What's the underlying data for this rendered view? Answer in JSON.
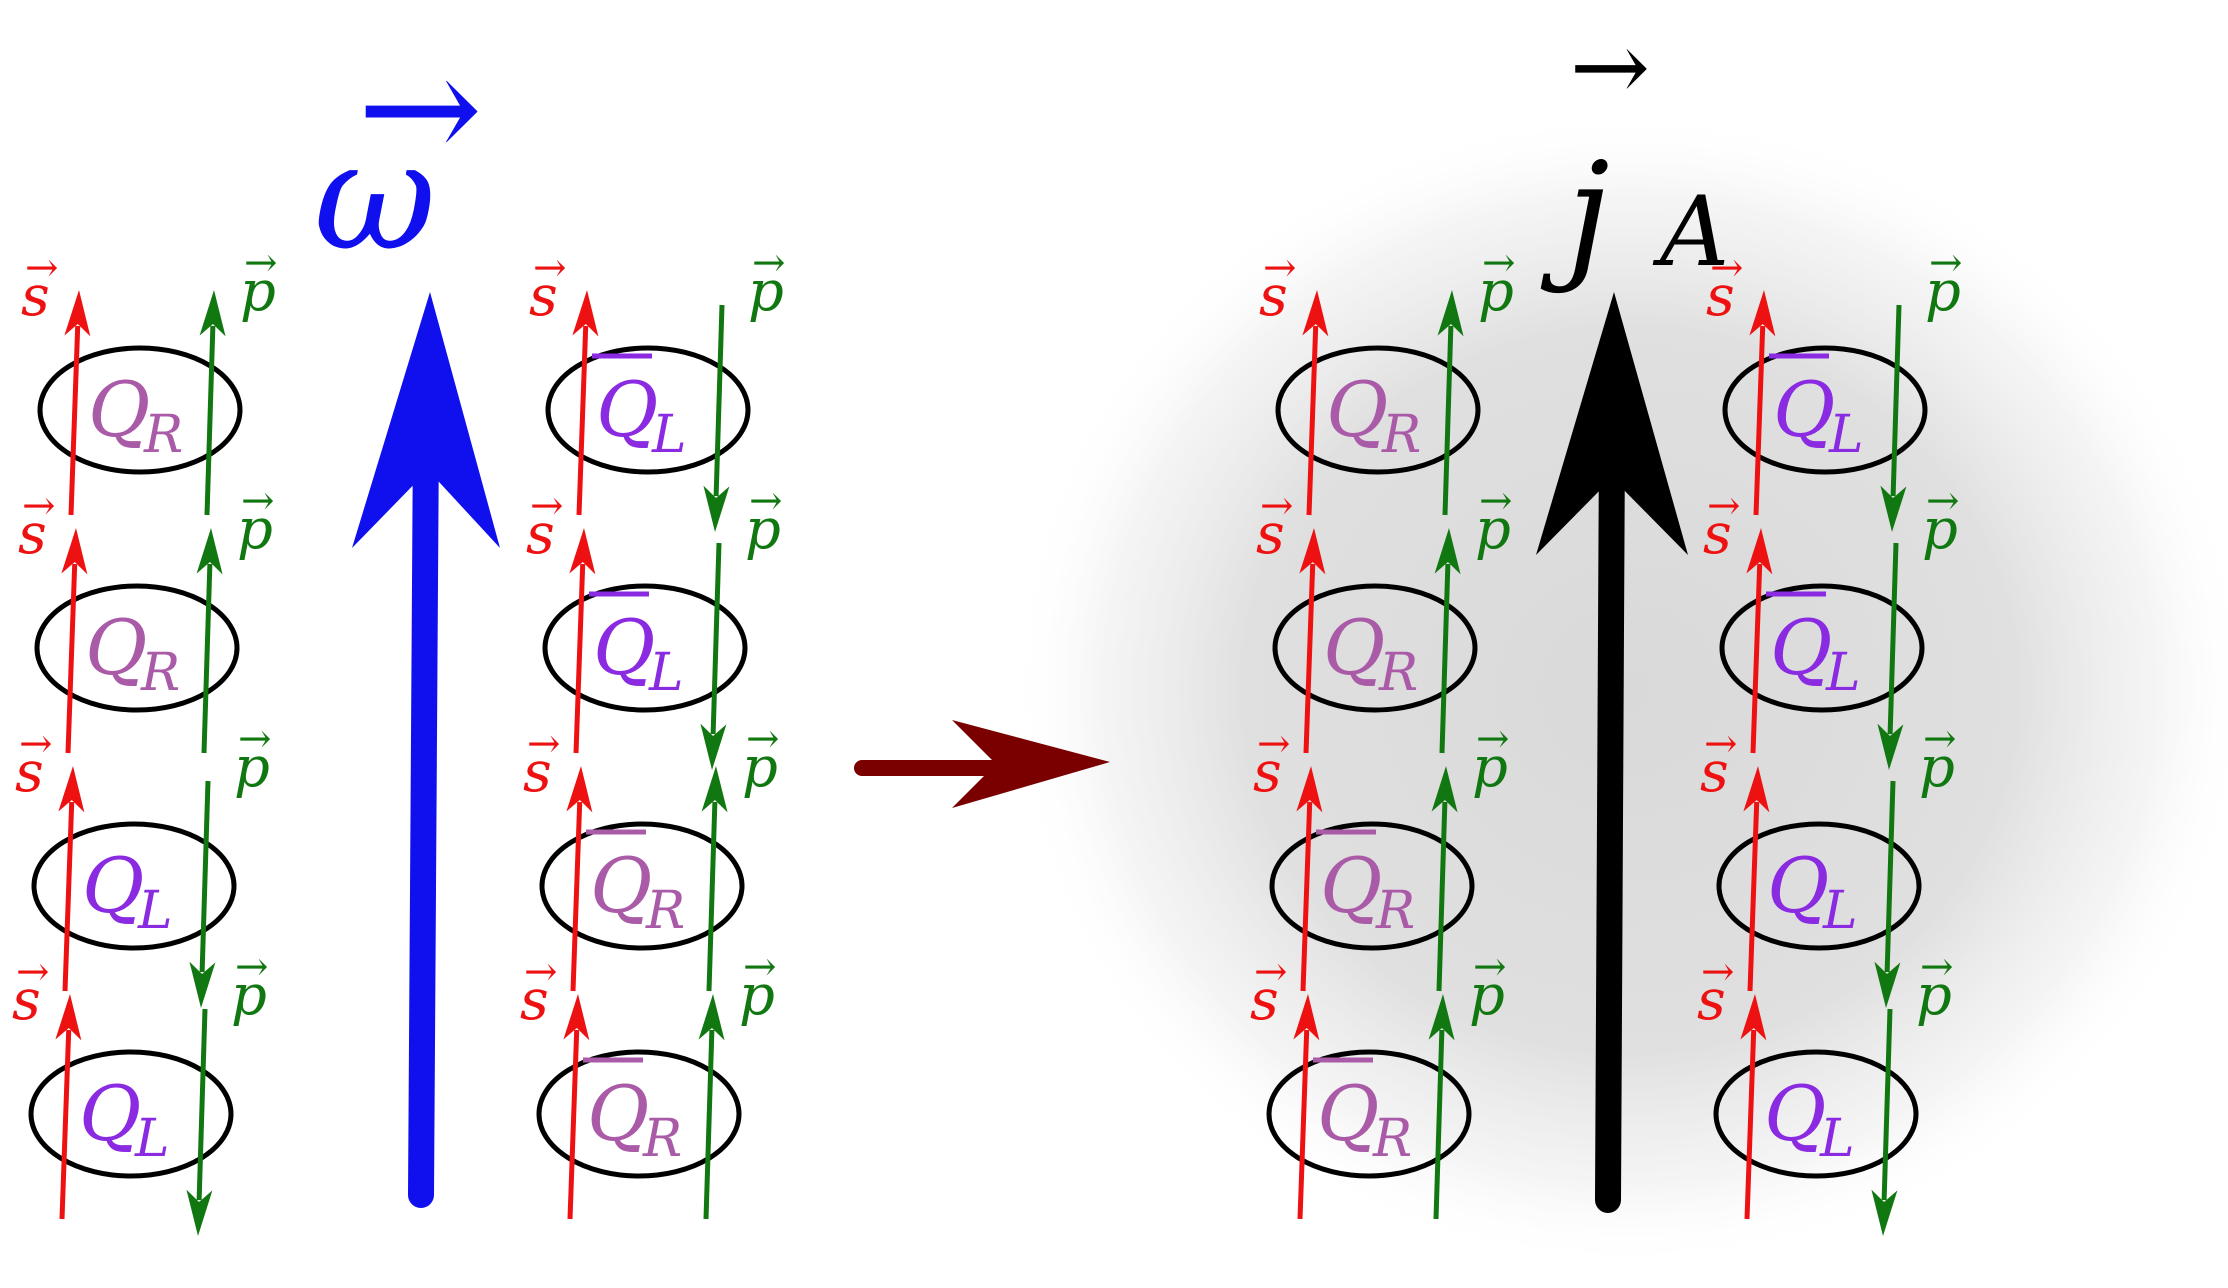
{
  "colors": {
    "spin": "#ee1111",
    "momentum": "#117711",
    "omega": "#1010ee",
    "current": "#000000",
    "transition_arrow": "#7a0000",
    "right_handed": "#aa5ba8",
    "left_handed": "#8a2be2",
    "glow": "#d9d9d9"
  },
  "labels": {
    "spin_symbol": "s",
    "momentum_symbol": "p",
    "vector_arrow": "→",
    "omega_symbol": "ω",
    "current_symbol": "j",
    "current_subscript": "A",
    "quark_symbol": "Q",
    "sub_R": "R",
    "sub_L": "L"
  },
  "left_panel": {
    "columns": [
      {
        "particles": [
          {
            "base": "Q",
            "sub": "R",
            "bar": false,
            "spin": "up",
            "momentum": "up"
          },
          {
            "base": "Q",
            "sub": "R",
            "bar": false,
            "spin": "up",
            "momentum": "up"
          },
          {
            "base": "Q",
            "sub": "L",
            "bar": false,
            "spin": "up",
            "momentum": "down"
          },
          {
            "base": "Q",
            "sub": "L",
            "bar": false,
            "spin": "up",
            "momentum": "down"
          }
        ]
      },
      {
        "particles": [
          {
            "base": "Q",
            "sub": "L",
            "bar": true,
            "spin": "up",
            "momentum": "down"
          },
          {
            "base": "Q",
            "sub": "L",
            "bar": true,
            "spin": "up",
            "momentum": "down"
          },
          {
            "base": "Q",
            "sub": "R",
            "bar": true,
            "spin": "up",
            "momentum": "up"
          },
          {
            "base": "Q",
            "sub": "R",
            "bar": true,
            "spin": "up",
            "momentum": "up"
          }
        ]
      }
    ]
  },
  "right_panel": {
    "columns": [
      {
        "particles": [
          {
            "base": "Q",
            "sub": "R",
            "bar": false,
            "spin": "up",
            "momentum": "up"
          },
          {
            "base": "Q",
            "sub": "R",
            "bar": false,
            "spin": "up",
            "momentum": "up"
          },
          {
            "base": "Q",
            "sub": "R",
            "bar": true,
            "spin": "up",
            "momentum": "up"
          },
          {
            "base": "Q",
            "sub": "R",
            "bar": true,
            "spin": "up",
            "momentum": "up"
          }
        ]
      },
      {
        "particles": [
          {
            "base": "Q",
            "sub": "L",
            "bar": true,
            "spin": "up",
            "momentum": "down"
          },
          {
            "base": "Q",
            "sub": "L",
            "bar": true,
            "spin": "up",
            "momentum": "down"
          },
          {
            "base": "Q",
            "sub": "L",
            "bar": false,
            "spin": "up",
            "momentum": "down"
          },
          {
            "base": "Q",
            "sub": "L",
            "bar": false,
            "spin": "up",
            "momentum": "down"
          }
        ]
      }
    ]
  }
}
